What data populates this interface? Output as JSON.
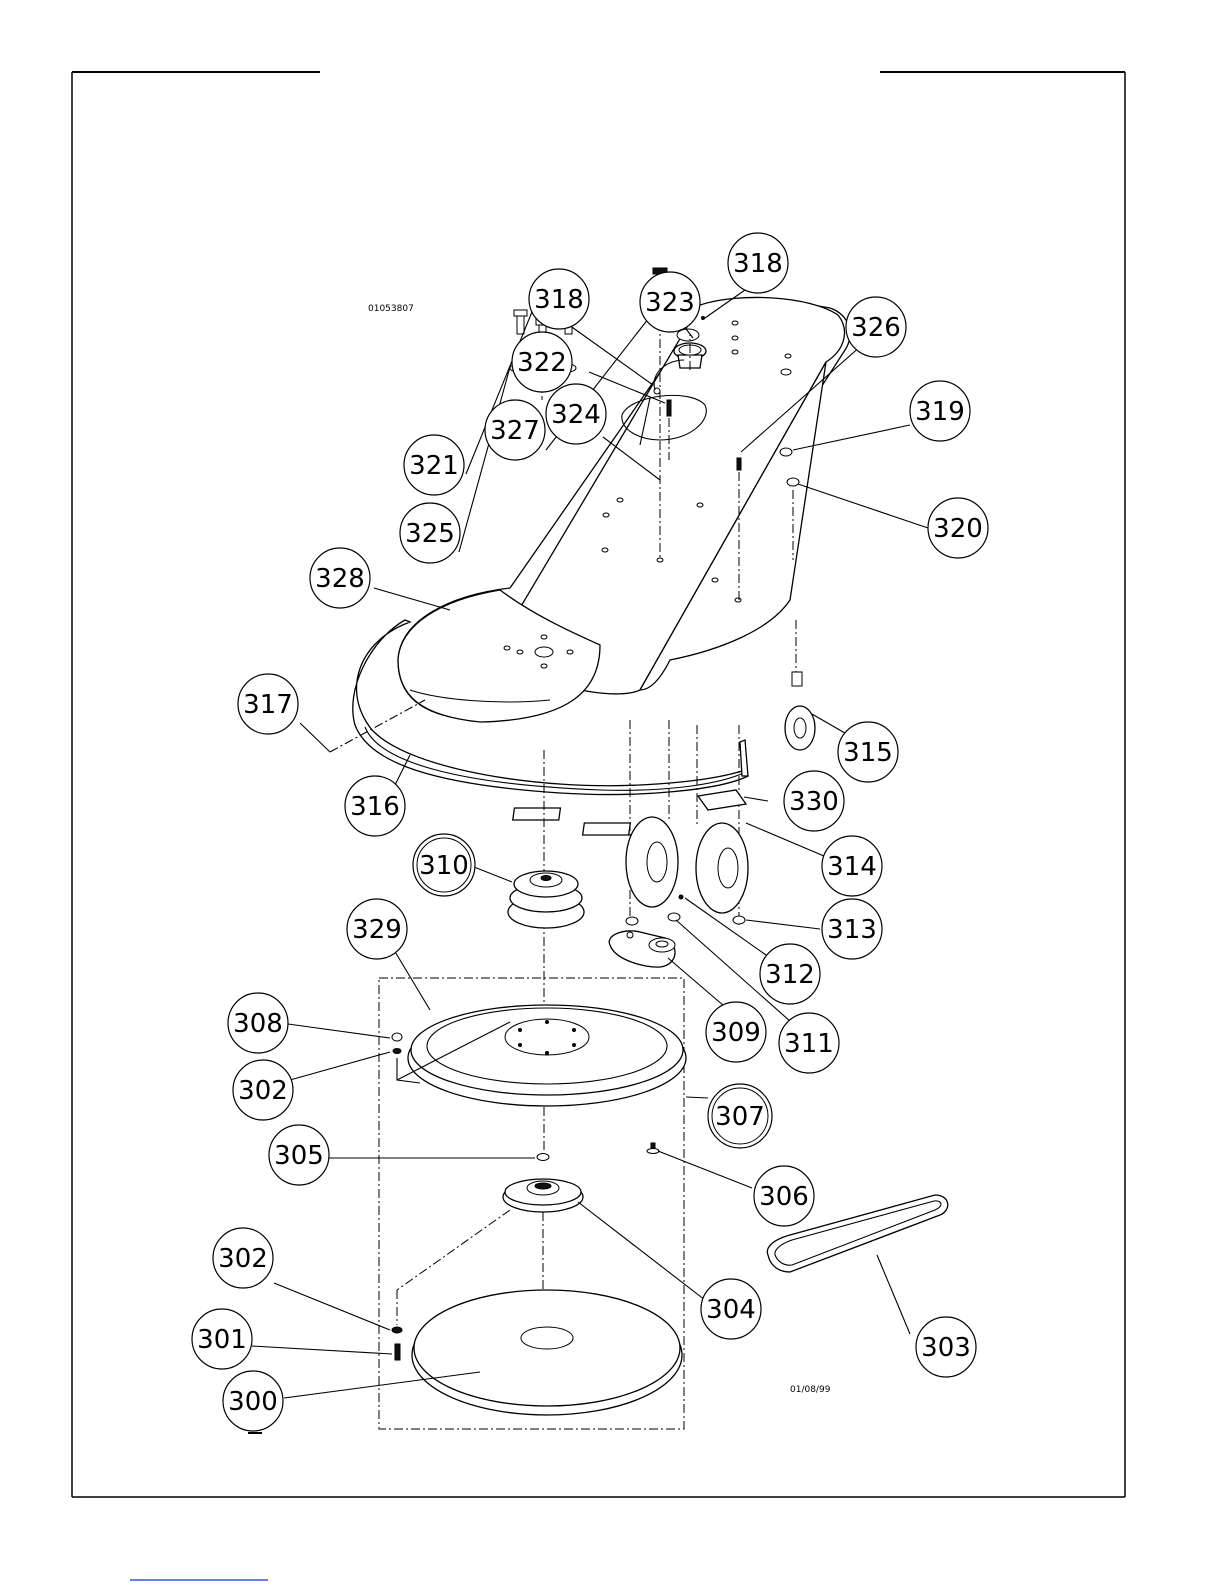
{
  "drawing_number": "01053807",
  "date_code": "01/08/99",
  "callouts": {
    "c300": "300",
    "c301": "301",
    "c302a": "302",
    "c302b": "302",
    "c303": "303",
    "c304": "304",
    "c305": "305",
    "c306": "306",
    "c307": "307",
    "c308": "308",
    "c309": "309",
    "c310": "310",
    "c311": "311",
    "c312": "312",
    "c313": "313",
    "c314": "314",
    "c315": "315",
    "c316": "316",
    "c317": "317",
    "c318a": "318",
    "c318b": "318",
    "c319": "319",
    "c320": "320",
    "c321": "321",
    "c322": "322",
    "c323": "323",
    "c324": "324",
    "c325": "325",
    "c326": "326",
    "c327": "327",
    "c328": "328",
    "c329": "329",
    "c330": "330"
  }
}
